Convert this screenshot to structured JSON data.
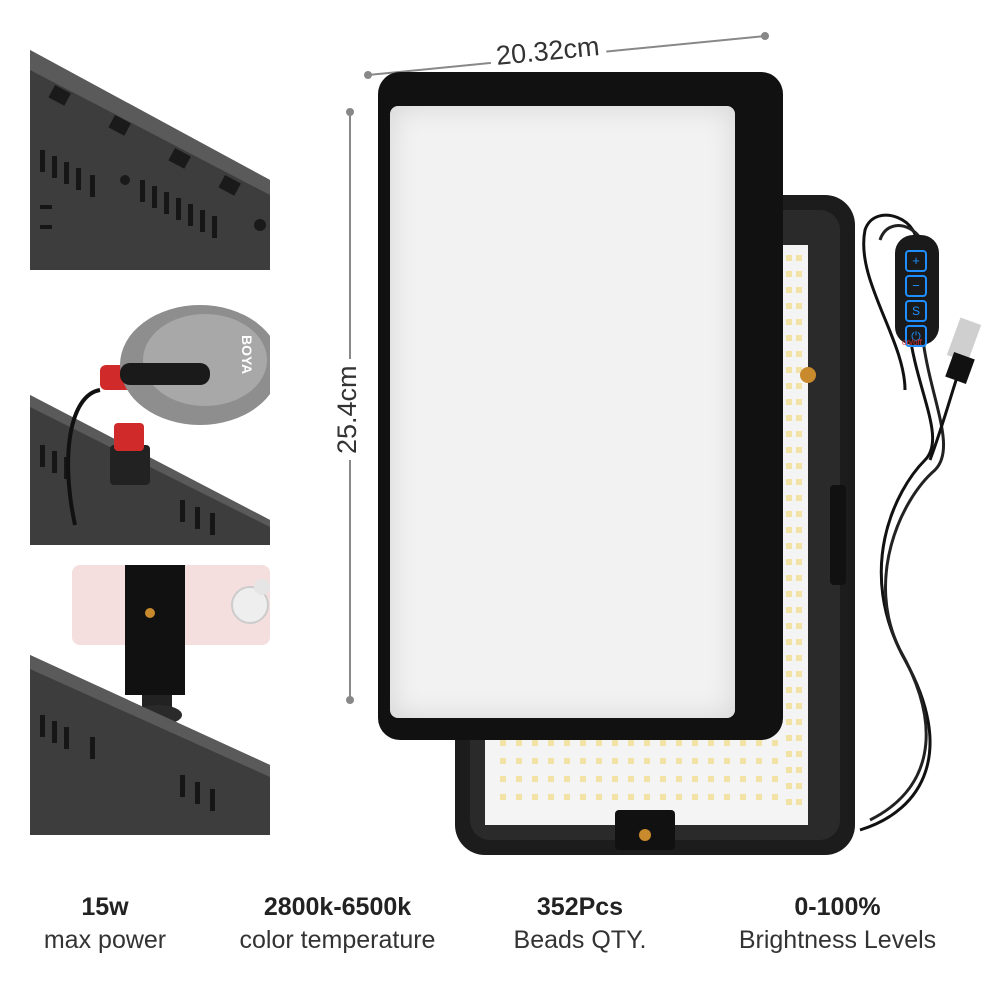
{
  "dimensions": {
    "width": "20.32cm",
    "height": "25.4cm"
  },
  "thumbnails": [
    {
      "name": "rear-panel-slots"
    },
    {
      "name": "microphone-mounted",
      "brand_text": "BOYA"
    },
    {
      "name": "phone-mounted"
    }
  ],
  "controller": {
    "button_icons": [
      "plus-icon",
      "minus-icon",
      "s-icon",
      "power-icon"
    ],
    "label": "on/off"
  },
  "specs": [
    {
      "value": "15w",
      "label": "max power"
    },
    {
      "value": "2800k-6500k",
      "label": "color temperature"
    },
    {
      "value": "352Pcs",
      "label": "Beads QTY."
    },
    {
      "value": "0-100%",
      "label": "Brightness Levels"
    }
  ],
  "colors": {
    "panel_frame": "#111111",
    "diffuser": "#f2f2f2",
    "led": "#f3e2a6",
    "controller_led": "#1f8fff"
  }
}
